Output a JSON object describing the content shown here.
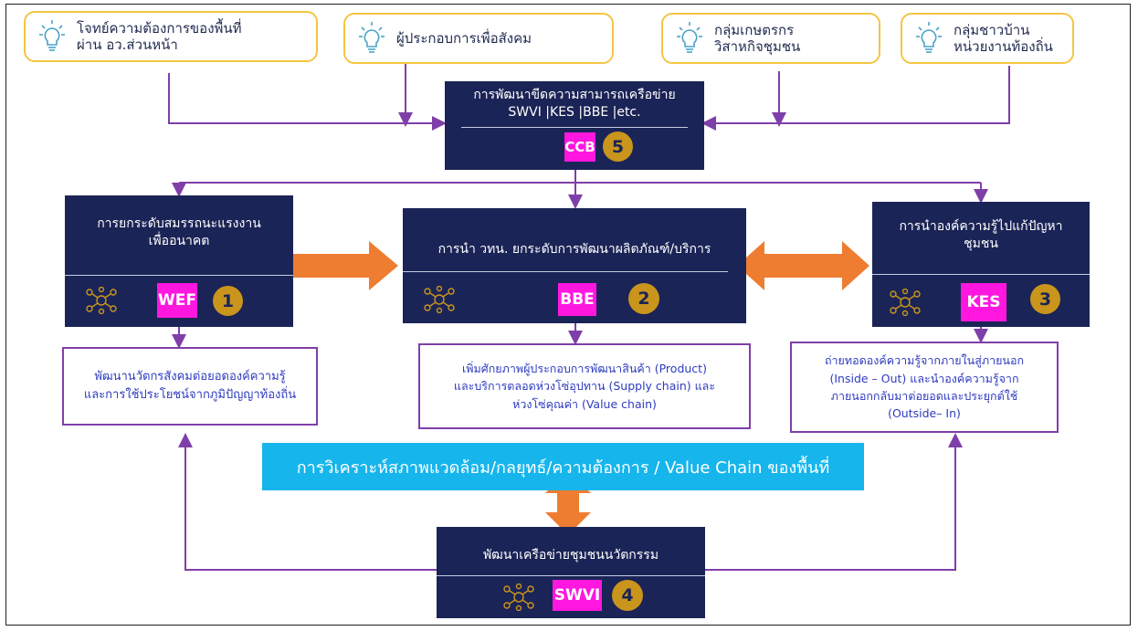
{
  "sources": [
    {
      "text": "โจทย์ความต้องการของพื้นที่\nผ่าน อว.ส่วนหน้า",
      "icon": "lightbulb-icon"
    },
    {
      "text": "ผู้ประกอบการเพื่อสังคม",
      "icon": "lightbulb-icon"
    },
    {
      "text": "กลุ่มเกษตรกร\nวิสาหกิจชุมชน",
      "icon": "lightbulb-icon"
    },
    {
      "text": "กลุ่มชาวบ้าน\nหน่วยงานท้องถิ่น",
      "icon": "lightbulb-icon"
    }
  ],
  "ccb": {
    "title": "การพัฒนาขีดความสามารถเครือข่าย\nSWVI |KES |BBE |etc.",
    "tag": "CCB",
    "number": "5"
  },
  "wef": {
    "title": "การยกระดับสมรรถนะแรงงาน\nเพื่ออนาคต",
    "tag": "WEF",
    "number": "1",
    "note": "พัฒนานวัตกรสังคมต่อยอดองค์ความรู้\nและการใช้ประโยชน์จากภูมิปัญญาท้องถิ่น"
  },
  "bbe": {
    "title": "การนำ วทน. ยกระดับการพัฒนาผลิตภัณฑ์/บริการ",
    "tag": "BBE",
    "number": "2",
    "note": "เพิ่มศักยภาพผู้ประกอบการพัฒนาสินค้า (Product)\nและบริการตลอดห่วงโซ่อุปทาน (Supply chain) และ\nห่วงโซ่คุณค่า (Value chain)"
  },
  "kes": {
    "title": "การนำองค์ความรู้ไปแก้ปัญหา\nชุมชน",
    "tag": "KES",
    "number": "3",
    "note": "ถ่ายทอดองค์ความรู้จากภายในสู่ภายนอก\n(Inside – Out) และนำองค์ความรู้จาก\nภายนอกกลับมาต่อยอดและประยุกต์ใช้\n(Outside– In)"
  },
  "analysis": "การวิเคราะห์สภาพแวดล้อม/กลยุทธ์/ความต้องการ / Value Chain ของพื้นที่",
  "swvi": {
    "title": "พัฒนาเครือข่ายชุมชนนวัตกรรม",
    "tag": "SWVI",
    "number": "4"
  },
  "colors": {
    "navy": "#1b2456",
    "magenta": "#ff17e0",
    "gold": "#c9951c",
    "orange": "#ee7d31",
    "cyan": "#16b5ec",
    "purple": "#7f3fa8",
    "bulb_border": "#f5c542"
  }
}
